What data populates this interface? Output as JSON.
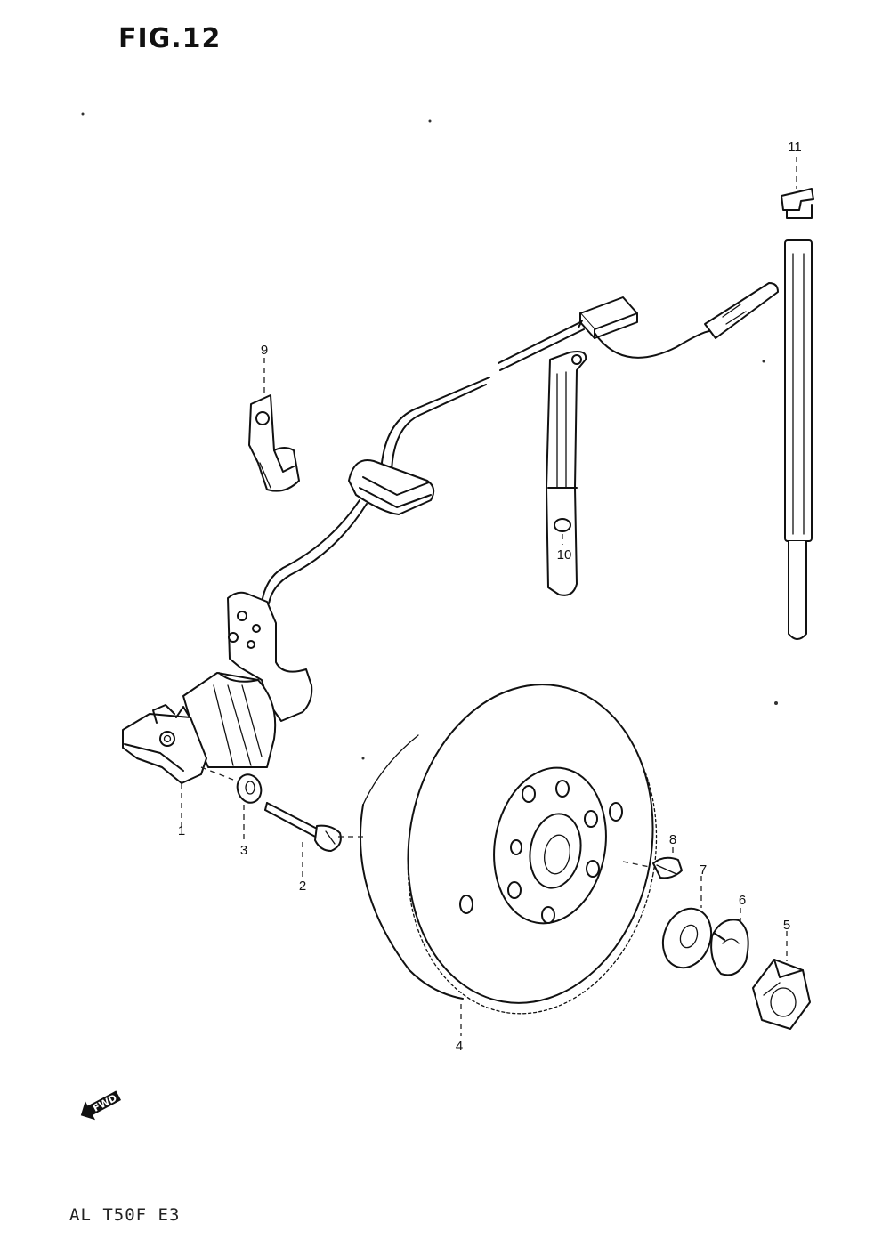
{
  "figure": {
    "title": "FIG.12",
    "footer_code": "AL T50F  E3",
    "direction_arrow_label": "FWD"
  },
  "callouts": [
    {
      "id": "1",
      "label": "1"
    },
    {
      "id": "2",
      "label": "2"
    },
    {
      "id": "3",
      "label": "3"
    },
    {
      "id": "4",
      "label": "4"
    },
    {
      "id": "5",
      "label": "5"
    },
    {
      "id": "6",
      "label": "6"
    },
    {
      "id": "7",
      "label": "7"
    },
    {
      "id": "8",
      "label": "8"
    },
    {
      "id": "9",
      "label": "9"
    },
    {
      "id": "10",
      "label": "10"
    },
    {
      "id": "11",
      "label": "11"
    }
  ],
  "colors": {
    "ink": "#111111",
    "paper": "#ffffff"
  }
}
